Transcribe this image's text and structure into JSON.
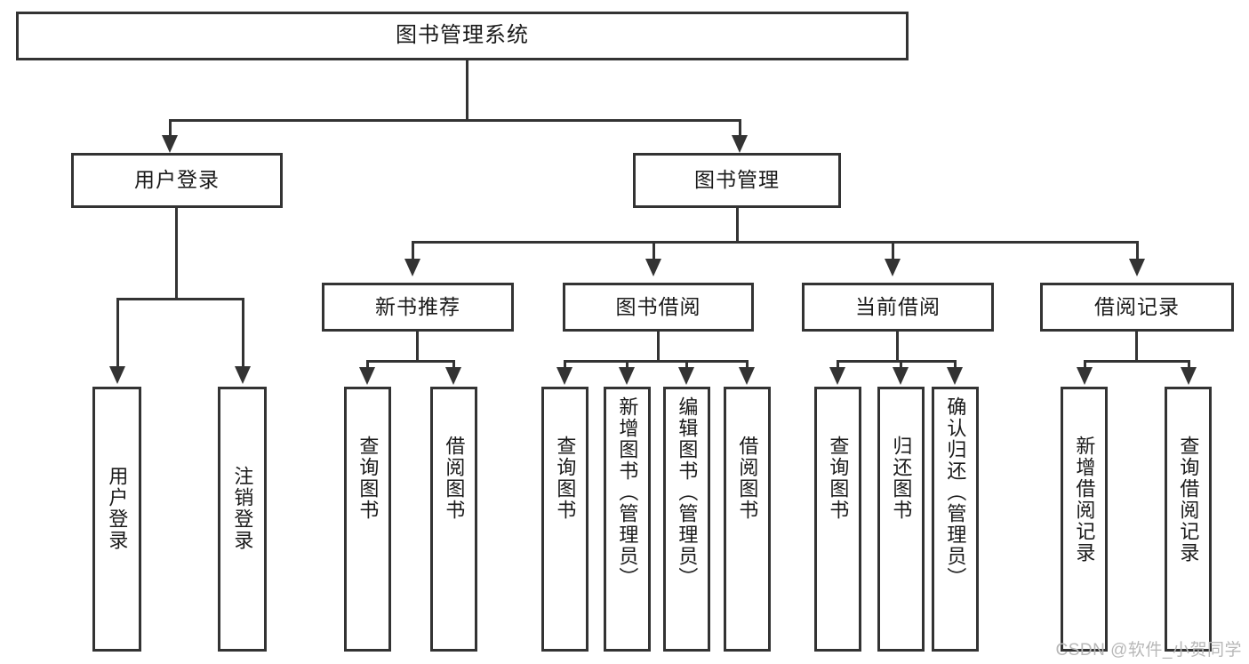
{
  "diagram": {
    "type": "tree-hierarchy-chart",
    "title": "图书管理系统",
    "line_color": "#333333",
    "background_color": "#ffffff",
    "text_color": "#1a1a1a",
    "root": {
      "label": "图书管理系统"
    },
    "level1": [
      {
        "label": "用户登录"
      },
      {
        "label": "图书管理"
      }
    ],
    "level2": [
      {
        "label": "新书推荐"
      },
      {
        "label": "图书借阅"
      },
      {
        "label": "当前借阅"
      },
      {
        "label": "借阅记录"
      }
    ],
    "leaves": {
      "user_login": [
        {
          "label": "用户登录"
        },
        {
          "label": "注销登录"
        }
      ],
      "new_book": [
        {
          "label": "查询图书"
        },
        {
          "label": "借阅图书"
        }
      ],
      "book_borrow": [
        {
          "label": "查询图书"
        },
        {
          "label": "新增图书（管理员）"
        },
        {
          "label": "编辑图书（管理员）"
        },
        {
          "label": "借阅图书"
        }
      ],
      "current_borrow": [
        {
          "label": "查询图书"
        },
        {
          "label": "归还图书"
        },
        {
          "label": "确认归还（管理员）"
        }
      ],
      "borrow_record": [
        {
          "label": "新增借阅记录"
        },
        {
          "label": "查询借阅记录"
        }
      ]
    }
  },
  "watermark": {
    "text": "CSDN @软件_小贺同学"
  }
}
